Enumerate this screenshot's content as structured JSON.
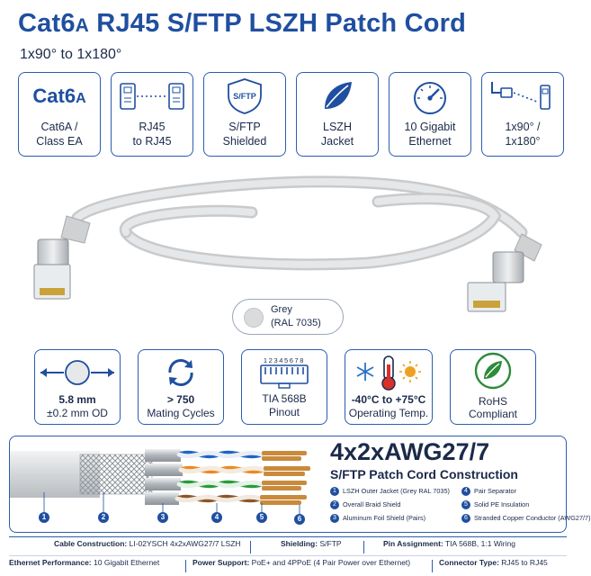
{
  "title": {
    "part1": "Cat6",
    "part_sc": "A",
    "part2": " RJ45 S/FTP LSZH Patch Cord"
  },
  "subtitle": "1x90° to 1x180°",
  "features": [
    {
      "name": "cat6a",
      "big": "Cat6",
      "big_sc": "A",
      "line1": "Cat6A /",
      "line2": "Class EA",
      "icon": "cat6a-text-icon"
    },
    {
      "name": "rj45",
      "line1": "RJ45",
      "line2": "to RJ45",
      "icon": "rj45-connectors-icon"
    },
    {
      "name": "sftp",
      "badge": "S/FTP",
      "line1": "S/FTP",
      "line2": "Shielded",
      "icon": "shield-icon"
    },
    {
      "name": "lszh",
      "line1": "LSZH",
      "line2": "Jacket",
      "icon": "leaf-icon"
    },
    {
      "name": "10g",
      "line1": "10 Gigabit",
      "line2": "Ethernet",
      "icon": "speedometer-icon"
    },
    {
      "name": "angle",
      "line1": "1x90° /",
      "line2": "1x180°",
      "icon": "angled-plug-icon"
    }
  ],
  "color": {
    "name": "Grey",
    "code": "(RAL 7035)",
    "hex": "#d9dbdc"
  },
  "specs": [
    {
      "name": "od",
      "line1": "5.8 mm",
      "line2": "±0.2 mm OD",
      "icon": "diameter-icon"
    },
    {
      "name": "cycles",
      "line1": "> 750",
      "line2": "Mating Cycles",
      "icon": "cycle-arrows-icon"
    },
    {
      "name": "pinout",
      "pins": "12345678",
      "line1": "",
      "line2": "TIA 568B",
      "line3": "Pinout",
      "icon": "pinout-icon"
    },
    {
      "name": "temp",
      "line1": "-40°C to +75°C",
      "line2": "Operating Temp.",
      "icon": "thermometer-icon"
    },
    {
      "name": "rohs",
      "line1": "RoHS",
      "line2": "Compliant",
      "icon": "rohs-leaf-icon"
    }
  ],
  "construction": {
    "title": "4x2xAWG27/7",
    "subtitle": "S/FTP Patch Cord Construction",
    "legend": [
      {
        "n": "1",
        "text": "LSZH Outer Jacket (Grey RAL 7035)"
      },
      {
        "n": "2",
        "text": "Overall Braid Shield"
      },
      {
        "n": "3",
        "text": "Aluminum Foil Shield (Pairs)"
      },
      {
        "n": "4",
        "text": "Pair Separator"
      },
      {
        "n": "5",
        "text": "Solid PE Insulation"
      },
      {
        "n": "6",
        "text": "Stranded Copper Conductor (AWG27/7)"
      }
    ],
    "callouts": [
      "1",
      "2",
      "3",
      "4",
      "5",
      "6"
    ]
  },
  "bottom": {
    "row1": [
      {
        "label": "Cable Construction:",
        "value": "LI-02YSCH 4x2xAWG27/7 LSZH"
      },
      {
        "label": "Shielding:",
        "value": "S/FTP"
      },
      {
        "label": "Pin Assignment:",
        "value": "TIA 568B, 1:1 Wiring"
      }
    ],
    "row2": [
      {
        "label": "Ethernet Performance:",
        "value": "10 Gigabit Ethernet"
      },
      {
        "label": "Power Support:",
        "value": "PoE+ and 4PPoE (4 Pair Power over Ethernet)"
      },
      {
        "label": "Connector Type:",
        "value": "RJ45 to RJ45"
      }
    ]
  },
  "colors": {
    "accent": "#1f4fa0",
    "border": "#2a5db0",
    "text": "#1b2a4a",
    "rohs_green": "#2e8b3a",
    "temp_red": "#d9302c",
    "snow_blue": "#2a6fc9",
    "sun_orange": "#f0a020"
  }
}
